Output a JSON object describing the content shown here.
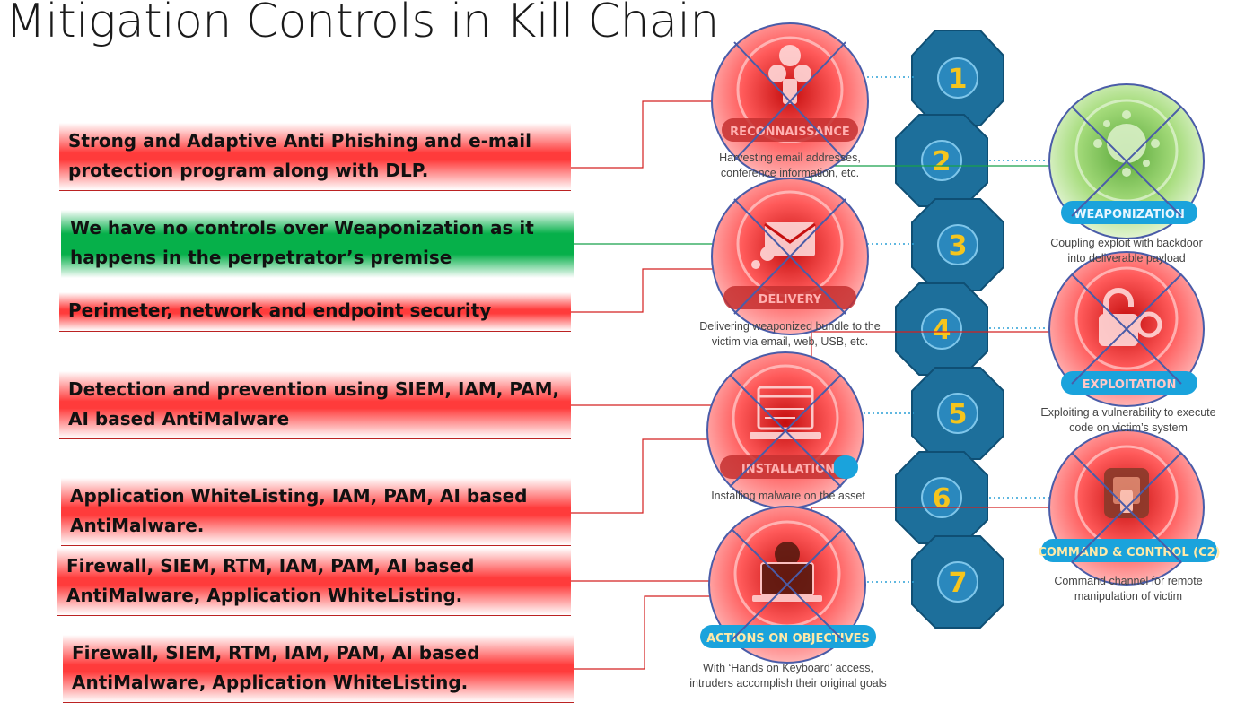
{
  "title": "Mitigation Controls in Kill Chain",
  "controls": [
    {
      "text": "Strong and Adaptive Anti Phishing and e-mail protection program along with DLP.",
      "style": "red"
    },
    {
      "text": "We have no controls over Weaponization as it happens in the perpetrator’s premise",
      "style": "green"
    },
    {
      "text": "Perimeter, network and endpoint security",
      "style": "red"
    },
    {
      "text": "Detection and prevention using SIEM, IAM, PAM, AI based AntiMalware",
      "style": "red"
    },
    {
      "text": "Application WhiteListing, IAM, PAM, AI based AntiMalware.",
      "style": "red"
    },
    {
      "text": "Firewall, SIEM, RTM, IAM, PAM, AI based AntiMalware, Application WhiteListing.",
      "style": "red"
    },
    {
      "text": "Firewall, SIEM, RTM, IAM, PAM, AI based AntiMalware, Application WhiteListing.",
      "style": "red"
    }
  ],
  "stages": [
    {
      "number": "1",
      "label": "RECONNAISSANCE",
      "caption": "Harvesting email addresses, conference information, etc.",
      "tint": "red"
    },
    {
      "number": "2",
      "label": "WEAPONIZATION",
      "caption": "Coupling exploit with backdoor into deliverable payload",
      "tint": "green"
    },
    {
      "number": "3",
      "label": "DELIVERY",
      "caption": "Delivering weaponized bundle to the victim via email, web, USB, etc.",
      "tint": "red"
    },
    {
      "number": "4",
      "label": "EXPLOITATION",
      "caption": "Exploiting a vulnerability to execute code on victim’s system",
      "tint": "red"
    },
    {
      "number": "5",
      "label": "INSTALLATION",
      "caption": "Installing malware on the asset",
      "tint": "red"
    },
    {
      "number": "6",
      "label": "COMMAND & CONTROL (C2)",
      "caption": "Command channel for remote manipulation of victim",
      "tint": "red"
    },
    {
      "number": "7",
      "label": "ACTIONS ON OBJECTIVES",
      "caption": "With ‘Hands on Keyboard’ access, intruders accomplish their original goals",
      "tint": "red"
    }
  ],
  "colors": {
    "chain_fill": "#1d6f9b",
    "chain_dark": "#0f4f74",
    "number_gold": "#f5c51d",
    "label_pill": "#1aa3dc",
    "red_circle": "#ff3b3b",
    "green_circle": "#8ccf52",
    "connector_red": "#d42020",
    "connector_green": "#18a04a",
    "cross_stroke": "#4a5ca8"
  },
  "icons": [
    "binoculars-icon",
    "virus-icon",
    "envelope-icon",
    "padlock-icon",
    "terminal-window-icon",
    "hand-device-icon",
    "laptop-hacker-icon"
  ]
}
